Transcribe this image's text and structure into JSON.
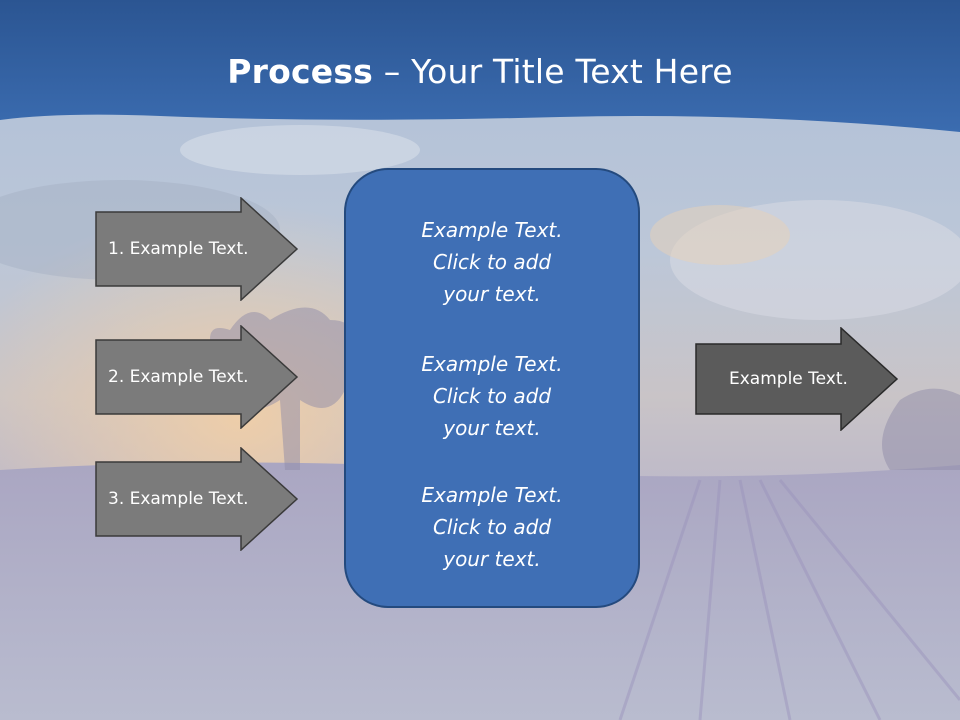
{
  "slide": {
    "title_bold": "Process",
    "title_rest": " – Your Title Text Here"
  },
  "colors": {
    "header_band": "#3465a6",
    "center_box": "#3f6fb5",
    "input_arrow": "#7b7b7b",
    "output_arrow": "#5b5b5b"
  },
  "inputs": [
    {
      "label": "1. Example Text."
    },
    {
      "label": "2. Example Text."
    },
    {
      "label": "3. Example Text."
    }
  ],
  "center": {
    "blocks": [
      {
        "lines": [
          "Example Text.",
          "Click  to add",
          "your text."
        ]
      },
      {
        "lines": [
          "Example Text.",
          "Click  to add",
          "your text."
        ]
      },
      {
        "lines": [
          "Example Text.",
          "Click  to add",
          "your text."
        ]
      }
    ]
  },
  "output": {
    "label": "Example Text."
  }
}
